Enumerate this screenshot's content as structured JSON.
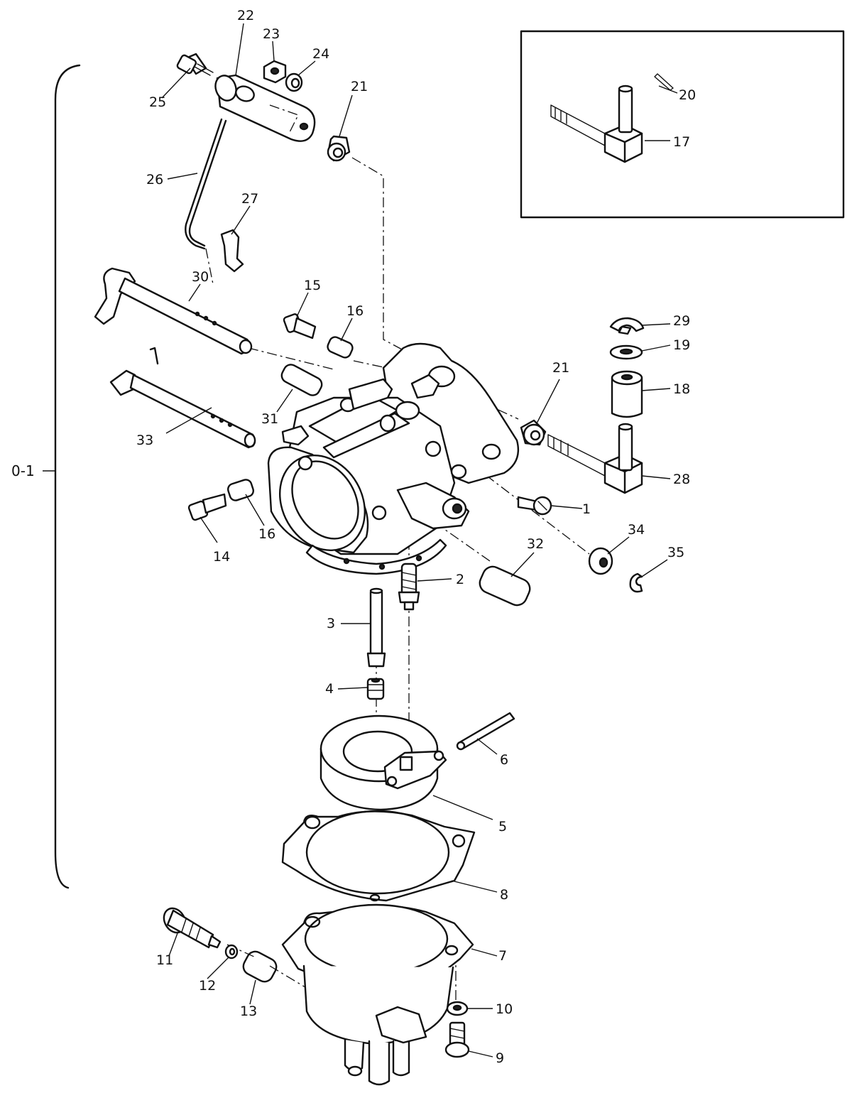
{
  "assembly_label": "0-1",
  "callouts": [
    {
      "id": "c1",
      "text": "1"
    },
    {
      "id": "c2",
      "text": "2"
    },
    {
      "id": "c3",
      "text": "3"
    },
    {
      "id": "c4",
      "text": "4"
    },
    {
      "id": "c5",
      "text": "5"
    },
    {
      "id": "c6",
      "text": "6"
    },
    {
      "id": "c7",
      "text": "7"
    },
    {
      "id": "c8",
      "text": "8"
    },
    {
      "id": "c9",
      "text": "9"
    },
    {
      "id": "c10",
      "text": "10"
    },
    {
      "id": "c11",
      "text": "11"
    },
    {
      "id": "c12",
      "text": "12"
    },
    {
      "id": "c13",
      "text": "13"
    },
    {
      "id": "c14",
      "text": "14"
    },
    {
      "id": "c15",
      "text": "15"
    },
    {
      "id": "c16a",
      "text": "16"
    },
    {
      "id": "c16b",
      "text": "16"
    },
    {
      "id": "c17",
      "text": "17"
    },
    {
      "id": "c18",
      "text": "18"
    },
    {
      "id": "c19",
      "text": "19"
    },
    {
      "id": "c20",
      "text": "20"
    },
    {
      "id": "c21a",
      "text": "21"
    },
    {
      "id": "c21b",
      "text": "21"
    },
    {
      "id": "c22",
      "text": "22"
    },
    {
      "id": "c23",
      "text": "23"
    },
    {
      "id": "c24",
      "text": "24"
    },
    {
      "id": "c25",
      "text": "25"
    },
    {
      "id": "c26",
      "text": "26"
    },
    {
      "id": "c27",
      "text": "27"
    },
    {
      "id": "c28",
      "text": "28"
    },
    {
      "id": "c29",
      "text": "29"
    },
    {
      "id": "c30",
      "text": "30"
    },
    {
      "id": "c31",
      "text": "31"
    },
    {
      "id": "c32",
      "text": "32"
    },
    {
      "id": "c33",
      "text": "33"
    },
    {
      "id": "c34",
      "text": "34"
    },
    {
      "id": "c35",
      "text": "35"
    }
  ]
}
